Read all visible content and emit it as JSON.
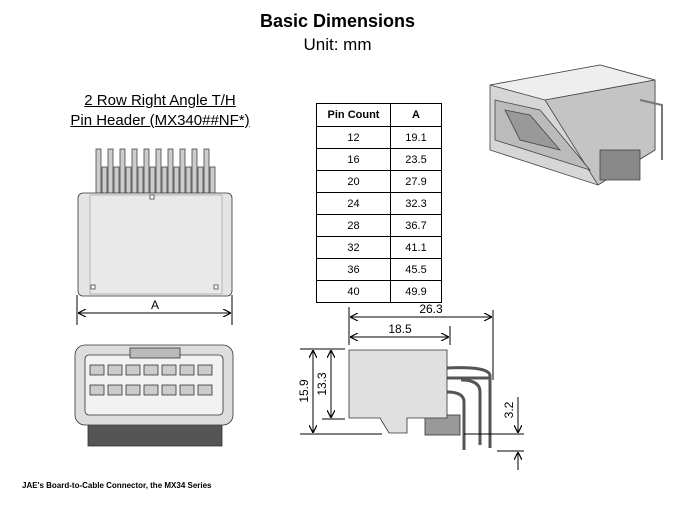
{
  "title": "Basic Dimensions",
  "subtitle": "Unit: mm",
  "product_title": [
    "2 Row Right Angle T/H",
    "Pin Header (MX340##NF*)"
  ],
  "table": {
    "headers": [
      "Pin Count",
      "A"
    ],
    "rows": [
      [
        "12",
        "19.1"
      ],
      [
        "16",
        "23.5"
      ],
      [
        "20",
        "27.9"
      ],
      [
        "24",
        "32.3"
      ],
      [
        "28",
        "36.7"
      ],
      [
        "32",
        "41.1"
      ],
      [
        "36",
        "45.5"
      ],
      [
        "40",
        "49.9"
      ]
    ]
  },
  "dimensions": {
    "front_width": "A",
    "overall_length": "26.3",
    "body_length": "18.5",
    "overall_height": "15.9",
    "body_height": "13.3",
    "pin_tail": "3.2"
  },
  "footer": "JAE's Board-to-Cable Connector, the MX34 Series"
}
